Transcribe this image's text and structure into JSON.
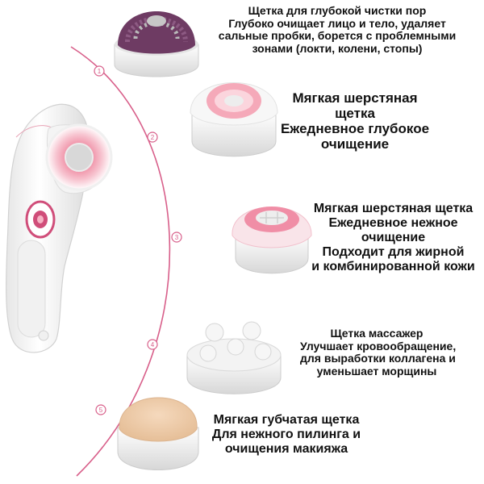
{
  "colors": {
    "accent": "#d04e7a",
    "arc": "#d85f8a",
    "pink": "#f3a3b5",
    "white": "#ffffff"
  },
  "steps": [
    "1",
    "2",
    "3",
    "4",
    "5"
  ],
  "brushes": [
    {
      "icon": "deep-pore-brush-icon",
      "lines": [
        "Щетка для глубокой чистки пор",
        "Глубоко очищает лицо и тело, удаляет",
        "сальные пробки, борется с проблемными",
        "зонами (локти, колени, стопы)"
      ]
    },
    {
      "icon": "soft-wool-brush-icon",
      "lines": [
        "Мягкая шерстяная",
        "щетка",
        "Ежедневное глубокое",
        "очищение"
      ]
    },
    {
      "icon": "gentle-wool-brush-icon",
      "lines": [
        "Мягкая шерстяная щетка",
        "Ежедневное нежное",
        "очищение",
        "Подходит для жирной",
        "и комбинированной кожи"
      ]
    },
    {
      "icon": "massager-head-icon",
      "lines": [
        "Щетка массажер",
        "Улучшает кровообращение,",
        "для выработки коллагена и",
        "уменьшает морщины"
      ]
    },
    {
      "icon": "sponge-brush-icon",
      "lines": [
        "Мягкая губчатая щетка",
        "Для нежного пилинга и",
        "очищения макияжа"
      ]
    }
  ]
}
